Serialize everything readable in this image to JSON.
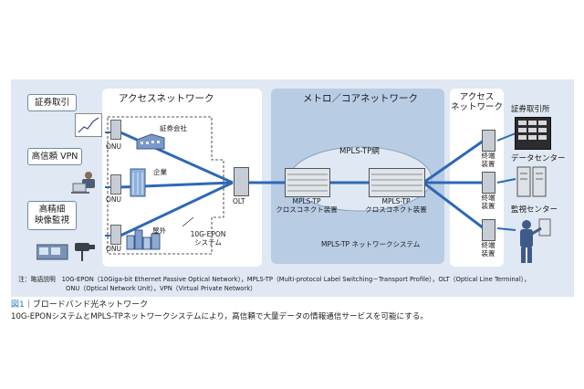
{
  "diagram": {
    "services": {
      "securities": "証券取引",
      "vpn": "高信頼 VPN",
      "video_line1": "高精細",
      "video_line2": "映像監視"
    },
    "access_left": {
      "title": "アクセスネットワーク",
      "onu": "ONU",
      "company_securities": "証券会社",
      "company": "企業",
      "outdoor": "屋外",
      "olt": "OLT",
      "epon_line1": "10G-EPON",
      "epon_line2": "システム"
    },
    "metro": {
      "title": "メトロ／コアネットワーク",
      "mpls_net": "MPLS-TP網",
      "xc1_line1": "MPLS-TP",
      "xc1_line2": "クロスコネクト装置",
      "xc2_line1": "MPLS-TP",
      "xc2_line2": "クロスコネクト装置",
      "system": "MPLS-TP ネットワークシステム"
    },
    "access_right": {
      "title_line1": "アクセス",
      "title_line2": "ネットワーク",
      "terminal_line1": "終端",
      "terminal_line2": "装置"
    },
    "destinations": {
      "exchange": "証券取引所",
      "datacenter": "データセンター",
      "surveillance": "監視センター"
    },
    "notes": {
      "line1": "注：略語説明　10G-EPON（10Giga-bit Ethernet Passive Optical Network），MPLS-TP（Multi-protocol Label Switching－Transport Profile），OLT（Optical Line Terminal），",
      "line2": "ONU（Optical Network Unit），VPN（Virtual Private Network）"
    },
    "colors": {
      "link": "#2e68b5",
      "panel_bg": "#dfe8f3",
      "metro_bg": "#b8cce4",
      "fig_blue": "#2a74c8"
    }
  },
  "caption": {
    "figure_no": "図1",
    "title": "｜ブロードバンド光ネットワーク",
    "description": "10G-EPONシステムとMPLS-TPネットワークシステムにより，高信頼で大量データの情報通信サービスを可能にする。"
  }
}
